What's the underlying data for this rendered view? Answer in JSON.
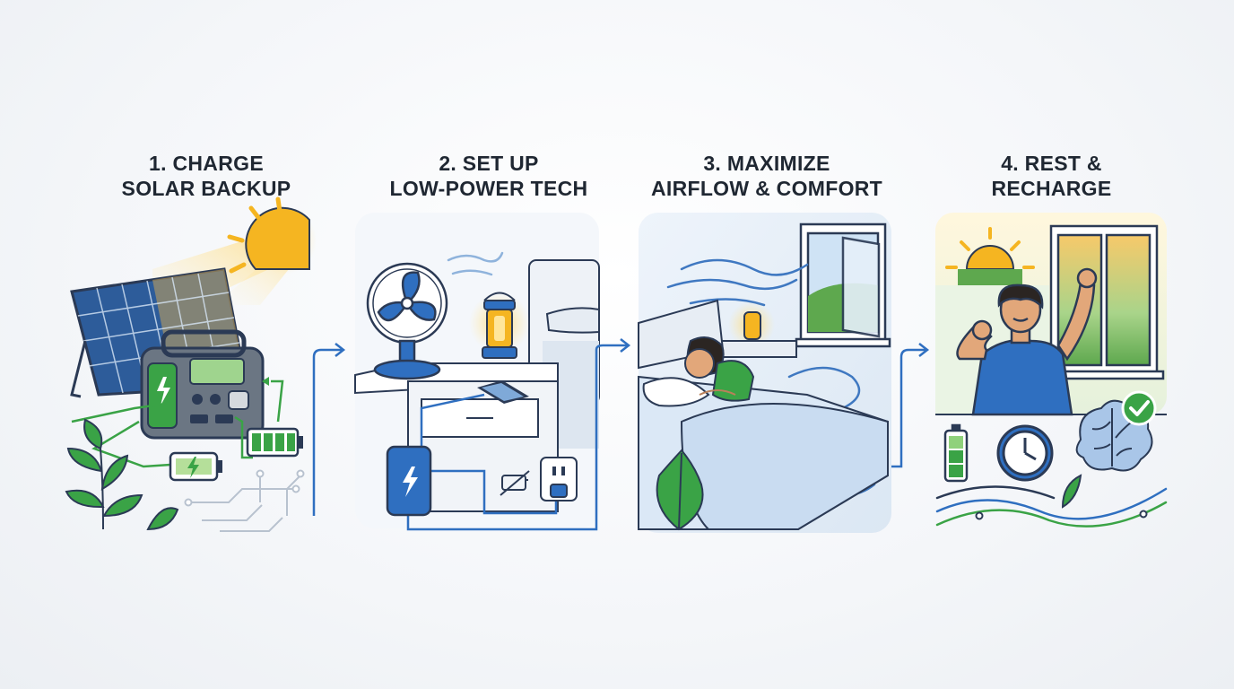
{
  "steps": [
    {
      "number": "1.",
      "line1": "1. CHARGE",
      "line2": "SOLAR BACKUP"
    },
    {
      "number": "2.",
      "line1": "2. SET UP",
      "line2": "LOW-POWER TECH"
    },
    {
      "number": "3.",
      "line1": "3. MAXIMIZE",
      "line2": "AIRFLOW & COMFORT"
    },
    {
      "number": "4.",
      "line1": "4. REST &",
      "line2": "RECHARGE"
    }
  ],
  "colors": {
    "outline": "#2b3a55",
    "blue": "#2f6fc0",
    "green": "#3aa346",
    "sun": "#f5b521",
    "panel_bg": "#e8f0f8"
  },
  "icons": [
    "sun-icon",
    "solar-panel-icon",
    "power-station-icon",
    "battery-icon",
    "plant-icon",
    "circuit-icon",
    "fan-icon",
    "lantern-icon",
    "phone-icon",
    "power-bank-icon",
    "wall-outlet-icon",
    "bed-icon",
    "window-icon",
    "wind-icon",
    "lamp-icon",
    "leaf-icon",
    "clock-icon",
    "brain-icon",
    "checkmark-icon",
    "person-icon",
    "arrow-icon"
  ]
}
